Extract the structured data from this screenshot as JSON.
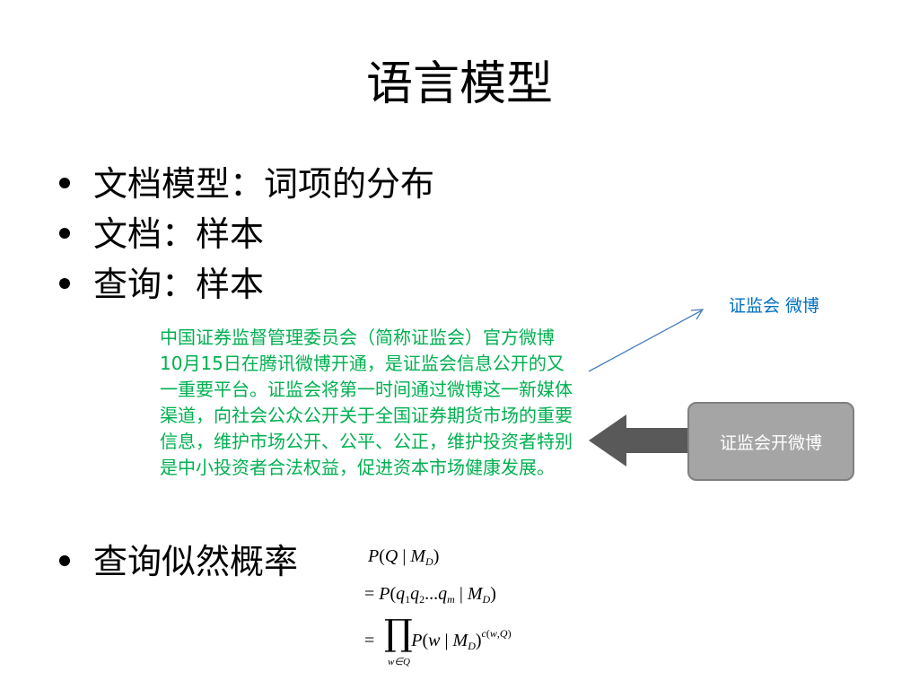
{
  "slide": {
    "title": "语言模型",
    "bullets": [
      "文档模型：词项的分布",
      "文档：样本",
      "查询：样本"
    ],
    "green_paragraph": "中国证券监督管理委员会（简称证监会）官方微博10月15日在腾讯微博开通，是证监会信息公开的又一重要平台。证监会将第一时间通过微博这一新媒体渠道，向社会公众公开关于全国证券期货市场的重要信息，维护市场公开、公平、公正，维护投资者特别是中小投资者合法权益，促进资本市场健康发展。",
    "last_bullet": "查询似然概率",
    "weibo_label": "证监会 微博",
    "callout_label": "证监会开微博",
    "colors": {
      "green_text": "#00b050",
      "blue_text": "#0070c0",
      "arrow_gray": "#595959",
      "callout_fill": "#a5a5a5",
      "callout_border": "#7f7f7f"
    }
  }
}
